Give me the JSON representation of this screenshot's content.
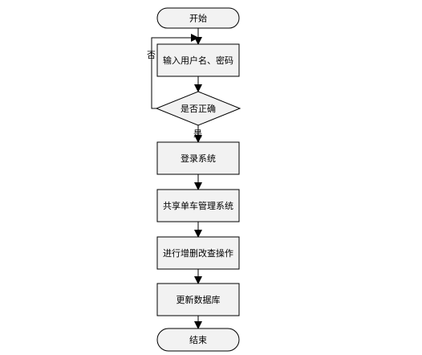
{
  "colors": {
    "node_fill": "#f2f2f2",
    "stroke": "#000000",
    "text": "#000000"
  },
  "nodes": [
    {
      "id": "start",
      "shape": "terminator",
      "label": "开始"
    },
    {
      "id": "input",
      "shape": "process",
      "label": "输入用户名、密码"
    },
    {
      "id": "check",
      "shape": "decision",
      "label": "是否正确"
    },
    {
      "id": "login",
      "shape": "process",
      "label": "登录系统"
    },
    {
      "id": "system",
      "shape": "process",
      "label": "共享单车管理系统"
    },
    {
      "id": "crud",
      "shape": "process",
      "label": "进行增删改查操作"
    },
    {
      "id": "update",
      "shape": "process",
      "label": "更新数据库"
    },
    {
      "id": "end",
      "shape": "terminator",
      "label": "结束"
    }
  ],
  "edges": [
    {
      "from": "start",
      "to": "input",
      "label": ""
    },
    {
      "from": "input",
      "to": "check",
      "label": ""
    },
    {
      "from": "check",
      "to": "login",
      "label": "是"
    },
    {
      "from": "check",
      "to": "input",
      "label": "否"
    },
    {
      "from": "login",
      "to": "system",
      "label": ""
    },
    {
      "from": "system",
      "to": "crud",
      "label": ""
    },
    {
      "from": "crud",
      "to": "update",
      "label": ""
    },
    {
      "from": "update",
      "to": "end",
      "label": ""
    }
  ]
}
